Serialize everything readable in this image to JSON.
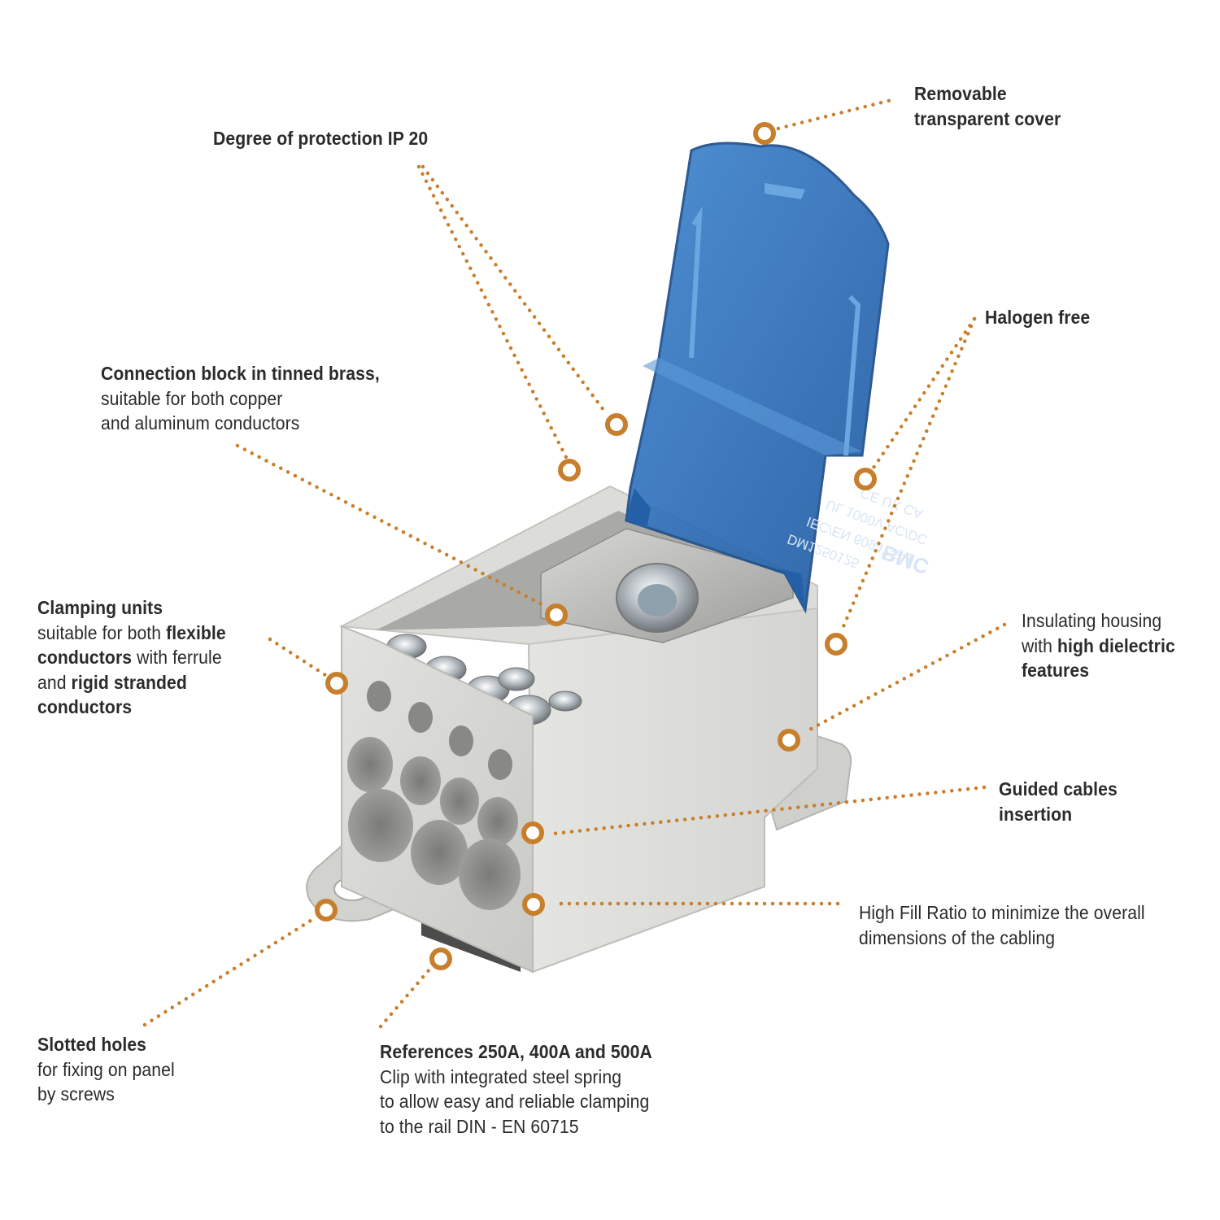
{
  "accent_color": "#c87f2c",
  "product": {
    "cover_color": "#2f6fb8",
    "housing_color": "#d8d8d5",
    "brass_color": "#b9b9b9",
    "cover_markings": [
      "DM1250125",
      "IEC/EN 60947-7-1",
      "UL 1000V AC/DC",
      "CE UK CA",
      "BMC"
    ]
  },
  "callouts": {
    "protection": {
      "title": "Degree of protection IP 20"
    },
    "cover": {
      "line1": "Removable",
      "line2": "transparent cover"
    },
    "halogen": {
      "title": "Halogen free"
    },
    "block": {
      "title": "Connection block in tinned brass,",
      "line2": "suitable for both copper",
      "line3": "and aluminum conductors"
    },
    "clamping": {
      "title": "Clamping units",
      "l2a": "suitable for both ",
      "l2b": "flexible",
      "l3a": "conductors",
      "l3b": " with ferrule",
      "l4a": "and ",
      "l4b": "rigid stranded",
      "l5": "conductors"
    },
    "housing": {
      "line1": "Insulating housing",
      "line2a": "with ",
      "line2b": "high dielectric",
      "line3": "features"
    },
    "guided": {
      "line1": "Guided cables",
      "line2": "insertion"
    },
    "fill": {
      "line1": "High Fill Ratio to minimize the overall",
      "line2": "dimensions of the cabling"
    },
    "slotted": {
      "title": "Slotted holes",
      "line2": "for fixing on panel",
      "line3": "by screws"
    },
    "references": {
      "title": "References 250A, 400A and 500A",
      "line2": "Clip with integrated steel spring",
      "line3": "to allow easy and reliable clamping",
      "line4": "to the rail DIN - EN 60715"
    }
  }
}
